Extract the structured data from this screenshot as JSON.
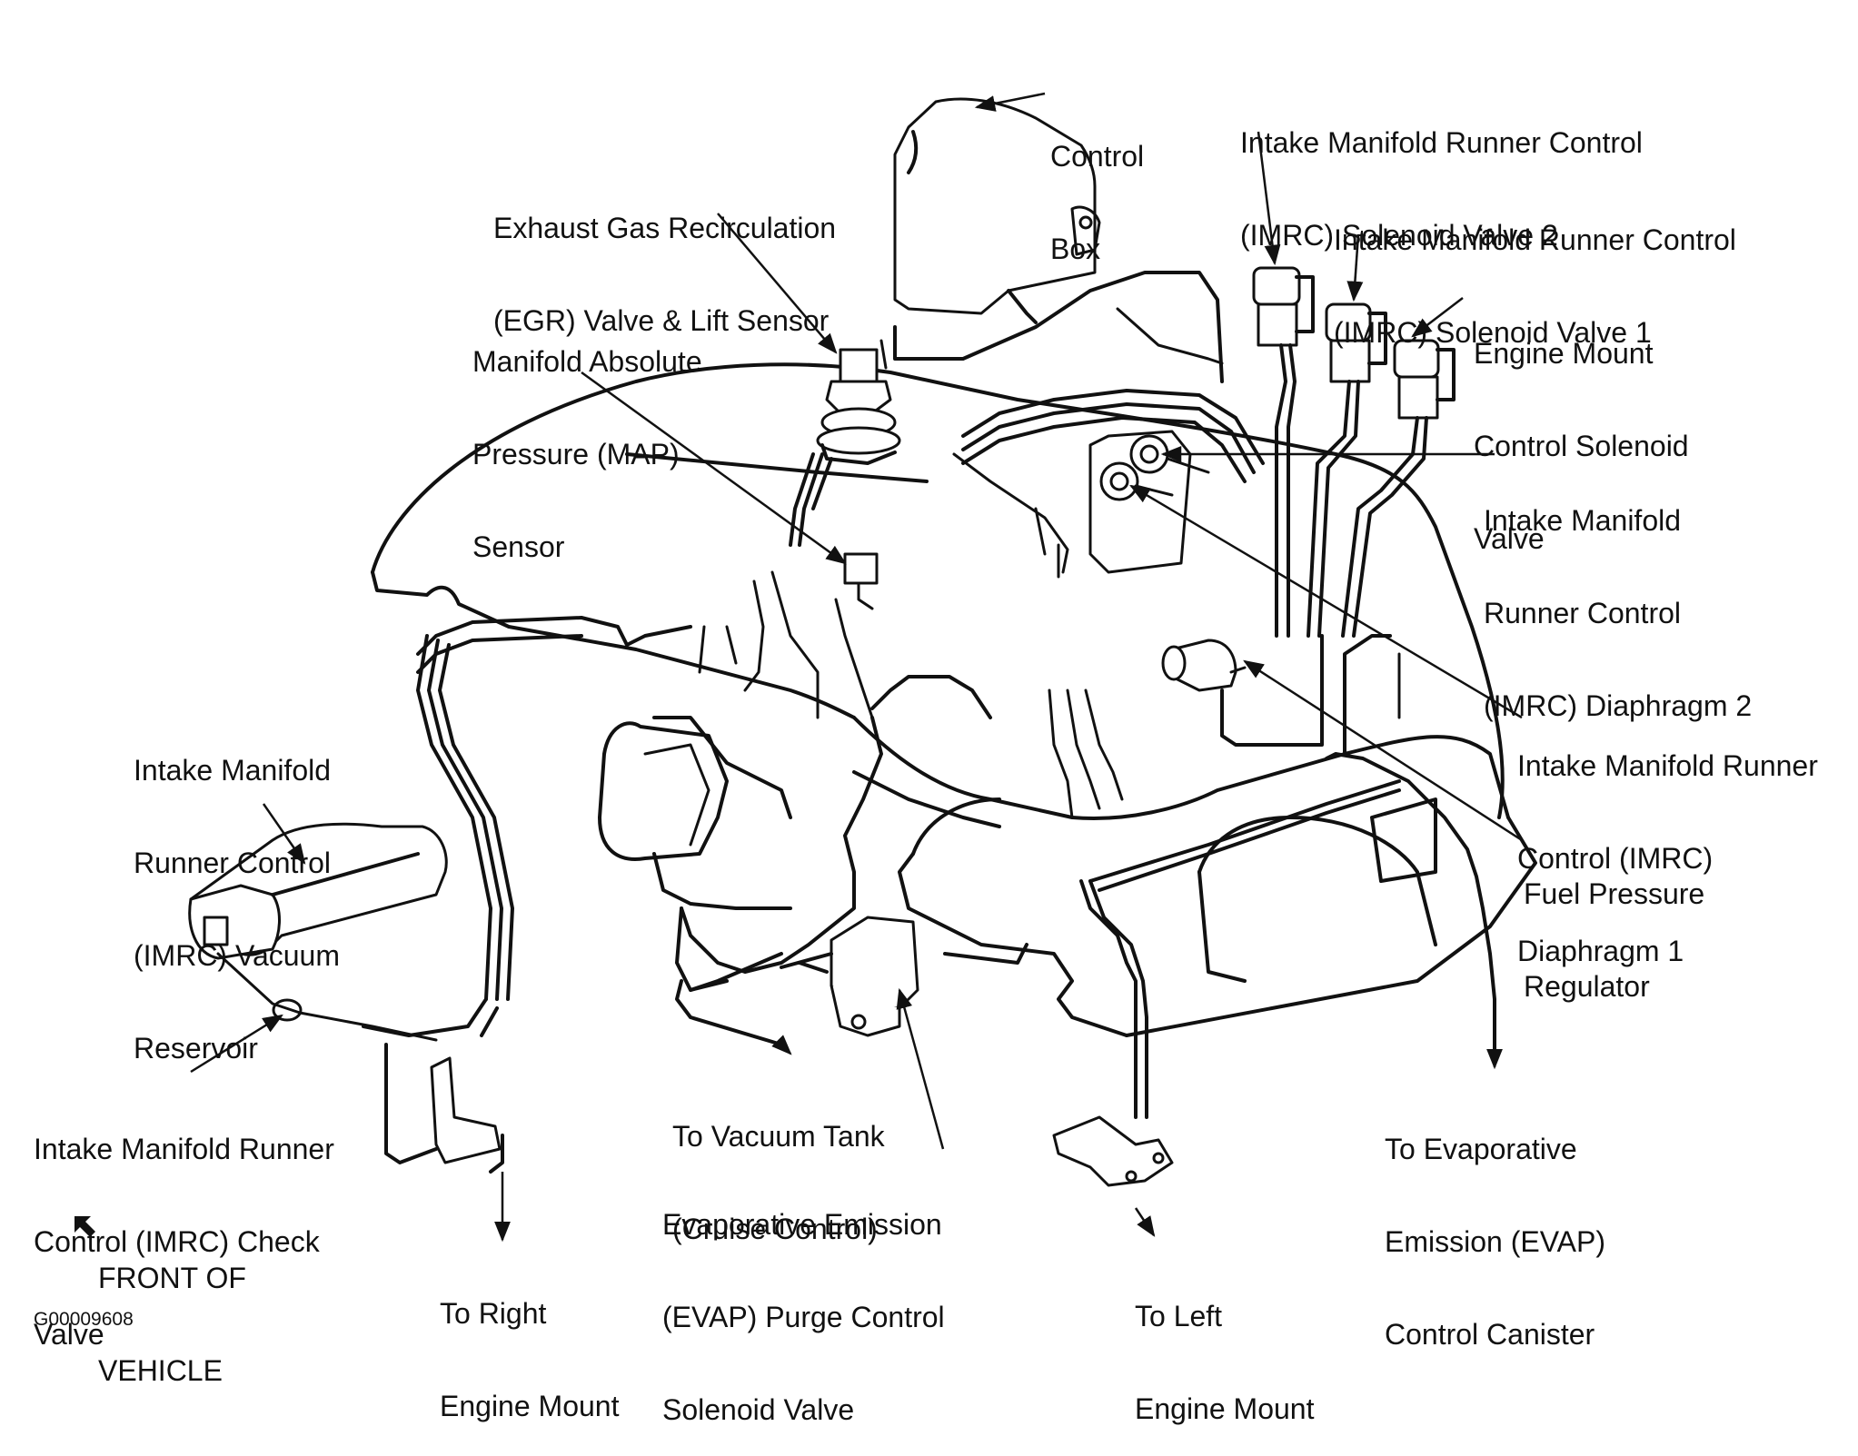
{
  "labels": {
    "control_box": [
      "Control",
      "Box"
    ],
    "egr_valve": [
      "Exhaust Gas Recirculation",
      "(EGR) Valve & Lift Sensor"
    ],
    "map_sensor": [
      "Manifold Absolute",
      "Pressure (MAP)",
      "Sensor"
    ],
    "imrc_valve_2": [
      "Intake Manifold Runner Control",
      "(IMRC) Solenoid Valve 2"
    ],
    "imrc_valve_1": [
      "Intake Manifold Runner Control",
      "(IMRC) Solenoid Valve 1"
    ],
    "engine_mount_solenoid": [
      "Engine Mount",
      "Control Solenoid",
      "Valve"
    ],
    "imrc_diaphragm_2": [
      "Intake Manifold",
      "Runner Control",
      "(IMRC) Diaphragm 2"
    ],
    "imrc_diaphragm_1": [
      "Intake Manifold Runner",
      "Control (IMRC)",
      "Diaphragm 1"
    ],
    "fuel_pressure_regulator": [
      "Fuel Pressure",
      "Regulator"
    ],
    "imrc_vacuum_reservoir": [
      "Intake Manifold",
      "Runner Control",
      "(IMRC) Vacuum",
      "Reservoir"
    ],
    "imrc_check_valve": [
      "Intake Manifold Runner",
      "Control (IMRC) Check",
      "Valve"
    ],
    "vacuum_tank": [
      "To Vacuum Tank",
      "(Cruise Control)"
    ],
    "evap_purge_valve": [
      "Evaporative Emission",
      "(EVAP) Purge Control",
      "Solenoid Valve"
    ],
    "right_engine_mount": [
      "To Right",
      "Engine Mount"
    ],
    "left_engine_mount": [
      "To Left",
      "Engine Mount"
    ],
    "evap_canister": [
      "To Evaporative",
      "Emission (EVAP)",
      "Control Canister"
    ],
    "front_of_vehicle": [
      "FRONT OF",
      "VEHICLE"
    ]
  },
  "figure_code": "G00009608",
  "colors": {
    "ink": "#111111",
    "paper": "#ffffff"
  }
}
